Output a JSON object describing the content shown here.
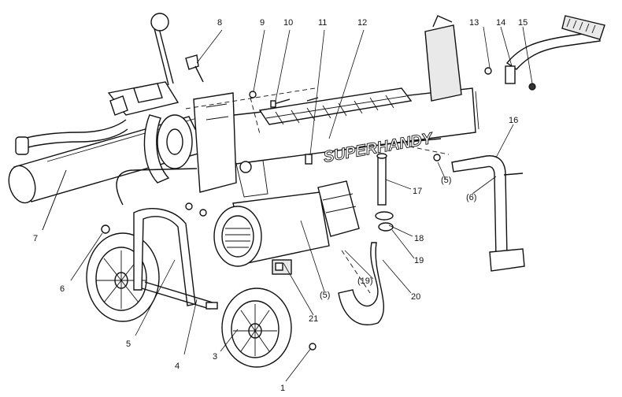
{
  "brand": "SUPERHANDY",
  "part_labels": {
    "p1": "1",
    "p3": "3",
    "p4": "4",
    "p5a": "5",
    "p5b": "(5)",
    "p5c": "(5)",
    "p6a": "6",
    "p6b": "(6)",
    "p7": "7",
    "p8": "8",
    "p9": "9",
    "p10": "10",
    "p11": "11",
    "p12": "12",
    "p13": "13",
    "p14": "14",
    "p15": "15",
    "p16": "16",
    "p17": "17",
    "p18": "18",
    "p19a": "19",
    "p19b": "(19)",
    "p20": "20",
    "p21": "21"
  }
}
